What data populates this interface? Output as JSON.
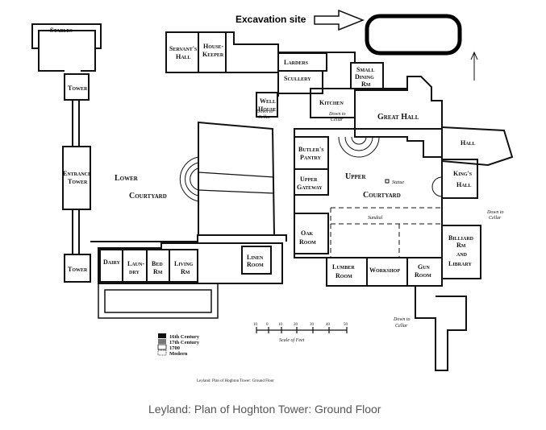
{
  "annotation": {
    "label": "Excavation site"
  },
  "rooms": {
    "stables": "Stables",
    "tower_top": "Tower",
    "entrance_tower_1": "Entrance",
    "entrance_tower_2": "Tower",
    "tower_bottom": "Tower",
    "lower_courtyard_1": "Lower",
    "lower_courtyard_2": "Courtyard",
    "servants_hall_1": "Servant's",
    "servants_hall_2": "Hall",
    "housekeeper_1": "House-",
    "housekeeper_2": "Keeper",
    "larders": "Larders",
    "scullery": "Scullery",
    "small_dining_1": "Small",
    "small_dining_2": "Dining",
    "small_dining_3": "Rm",
    "well_house_1": "Well",
    "well_house_2": "House",
    "kitchen": "Kitchen",
    "great_hall": "Great Hall",
    "hall": "Hall",
    "butlers_pantry_1": "Butler's",
    "butlers_pantry_2": "Pantry",
    "upper_gateway_1": "Upper",
    "upper_gateway_2": "Gateway",
    "upper_courtyard_1": "Upper",
    "upper_courtyard_2": "Courtyard",
    "kings_hall_1": "King's",
    "kings_hall_2": "Hall",
    "oak_room_1": "Oak",
    "oak_room_2": "Room",
    "billiard_1": "Billiard",
    "billiard_2": "Rm",
    "billiard_3": "and",
    "billiard_4": "Library",
    "dairy": "Dairy",
    "laundry_1": "Laun-",
    "laundry_2": "dry",
    "bed_rm_1": "Bed",
    "bed_rm_2": "Rm",
    "living_rm_1": "Living",
    "living_rm_2": "Rm",
    "linen_room_1": "Linen",
    "linen_room_2": "Room",
    "lumber_room_1": "Lumber",
    "lumber_room_2": "Room",
    "workshop": "Workshop",
    "gun_room_1": "Gun",
    "gun_room_2": "Room"
  },
  "notes": {
    "statue": "Statue",
    "sundial": "Sundial",
    "down_to_cellar_1": "Down to",
    "down_to_cellar_2": "Cellar",
    "down_to_cellar_b1": "Down to",
    "down_to_cellar_b2": "Cellar",
    "down_to_cellar_c1": "Down to",
    "down_to_cellar_c2": "Cellar",
    "down_to_cellar_d1": "Down to",
    "down_to_cellar_d2": "Cellar"
  },
  "scale": {
    "ticks": [
      "10",
      "0",
      "10",
      "20",
      "30",
      "40",
      "50"
    ],
    "label": "Scale of Feet"
  },
  "legend": {
    "items": [
      {
        "label": "16th Century"
      },
      {
        "label": "17th Century"
      },
      {
        "label": "1700"
      },
      {
        "label": "Modern"
      }
    ]
  },
  "plan_title": "Leyland: Plan of Hoghton Tower: Ground Floor",
  "caption": "Leyland: Plan of Hoghton Tower: Ground Floor"
}
